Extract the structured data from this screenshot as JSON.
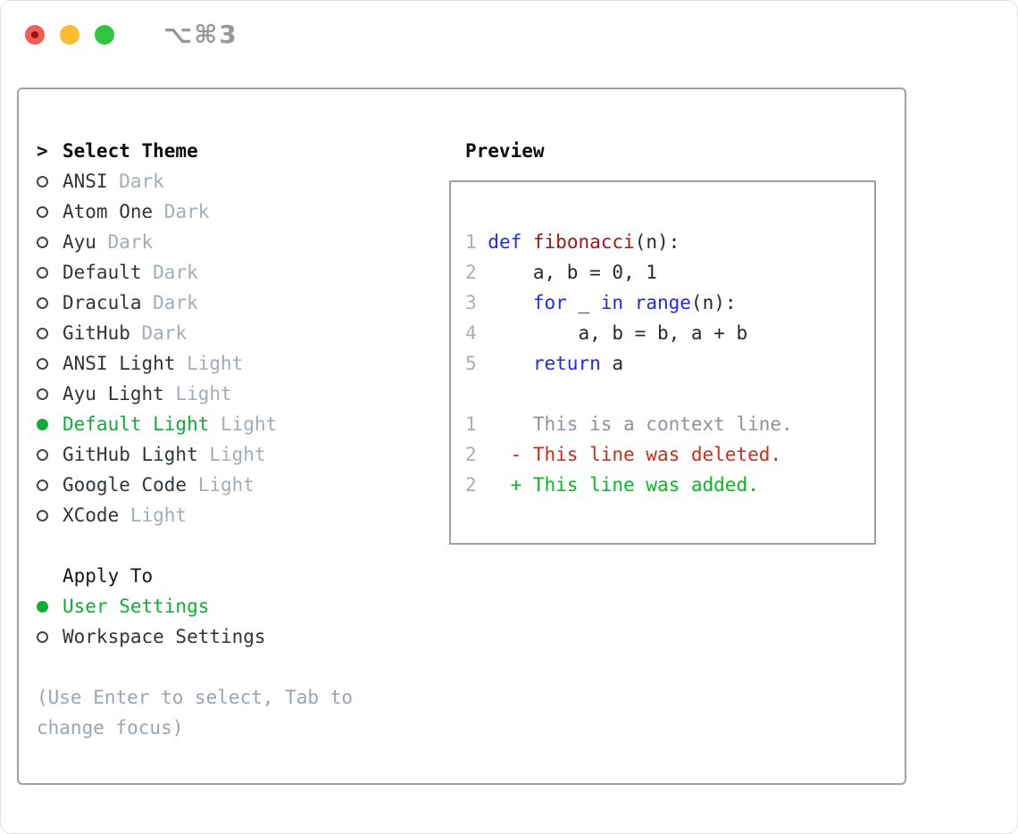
{
  "window": {
    "shortcut": "⌥⌘3",
    "traffic_lights": [
      {
        "name": "close",
        "color": "#f45d54"
      },
      {
        "name": "minimize",
        "color": "#fbbd2d"
      },
      {
        "name": "zoom",
        "color": "#2fc63f"
      }
    ]
  },
  "colors": {
    "accent_green": "#0fae35",
    "keyword_blue": "#2127f5",
    "function_red": "#a31515",
    "deleted_red": "#c92e1a",
    "added_green": "#00bd1f",
    "muted_gray": "#9aa5b1",
    "line_number_gray": "#a6b0bb",
    "border_gray": "#99a3ad",
    "text_dark": "#2f353b"
  },
  "theme_list": {
    "prompt": ">",
    "title": "Select Theme",
    "items": [
      {
        "name": "ANSI",
        "variant": "Dark",
        "selected": false
      },
      {
        "name": "Atom One",
        "variant": "Dark",
        "selected": false
      },
      {
        "name": "Ayu",
        "variant": "Dark",
        "selected": false
      },
      {
        "name": "Default",
        "variant": "Dark",
        "selected": false
      },
      {
        "name": "Dracula",
        "variant": "Dark",
        "selected": false
      },
      {
        "name": "GitHub",
        "variant": "Dark",
        "selected": false
      },
      {
        "name": "ANSI Light",
        "variant": "Light",
        "selected": false
      },
      {
        "name": "Ayu Light",
        "variant": "Light",
        "selected": false
      },
      {
        "name": "Default Light",
        "variant": "Light",
        "selected": true
      },
      {
        "name": "GitHub Light",
        "variant": "Light",
        "selected": false
      },
      {
        "name": "Google Code",
        "variant": "Light",
        "selected": false
      },
      {
        "name": "XCode",
        "variant": "Light",
        "selected": false
      }
    ]
  },
  "apply_to": {
    "label": "Apply To",
    "options": [
      {
        "name": "User Settings",
        "selected": true
      },
      {
        "name": "Workspace Settings",
        "selected": false
      }
    ]
  },
  "hint": {
    "text": "(Use Enter to select, Tab to change focus)"
  },
  "preview": {
    "label": "Preview",
    "lines": [
      {
        "segments": [
          {
            "t": "1 ",
            "c": "ln"
          },
          {
            "t": "def",
            "c": "kw"
          },
          {
            "t": " ",
            "c": "pl"
          },
          {
            "t": "fibonacci",
            "c": "fn"
          },
          {
            "t": "(n):",
            "c": "pl"
          }
        ]
      },
      {
        "segments": [
          {
            "t": "2 ",
            "c": "ln"
          },
          {
            "t": "    a, b = 0, 1",
            "c": "pl"
          }
        ]
      },
      {
        "segments": [
          {
            "t": "3 ",
            "c": "ln"
          },
          {
            "t": "    ",
            "c": "pl"
          },
          {
            "t": "for",
            "c": "kw"
          },
          {
            "t": " _ ",
            "c": "pl"
          },
          {
            "t": "in",
            "c": "kw"
          },
          {
            "t": " ",
            "c": "pl"
          },
          {
            "t": "range",
            "c": "kw"
          },
          {
            "t": "(n):",
            "c": "pl"
          }
        ]
      },
      {
        "segments": [
          {
            "t": "4 ",
            "c": "ln"
          },
          {
            "t": "        a, b = b, a + b",
            "c": "pl"
          }
        ]
      },
      {
        "segments": [
          {
            "t": "5 ",
            "c": "ln"
          },
          {
            "t": "    ",
            "c": "pl"
          },
          {
            "t": "return",
            "c": "kw"
          },
          {
            "t": " a",
            "c": "pl"
          }
        ]
      },
      {
        "segments": []
      },
      {
        "segments": [
          {
            "t": "1",
            "c": "ln"
          },
          {
            "t": "     This is a context line.",
            "c": "ctx"
          }
        ]
      },
      {
        "segments": [
          {
            "t": "2",
            "c": "ln"
          },
          {
            "t": "   ",
            "c": "pl"
          },
          {
            "t": "- This line was deleted.",
            "c": "del"
          }
        ]
      },
      {
        "segments": [
          {
            "t": "2",
            "c": "ln"
          },
          {
            "t": "   ",
            "c": "pl"
          },
          {
            "t": "+ This line was added.",
            "c": "add"
          }
        ]
      }
    ]
  }
}
